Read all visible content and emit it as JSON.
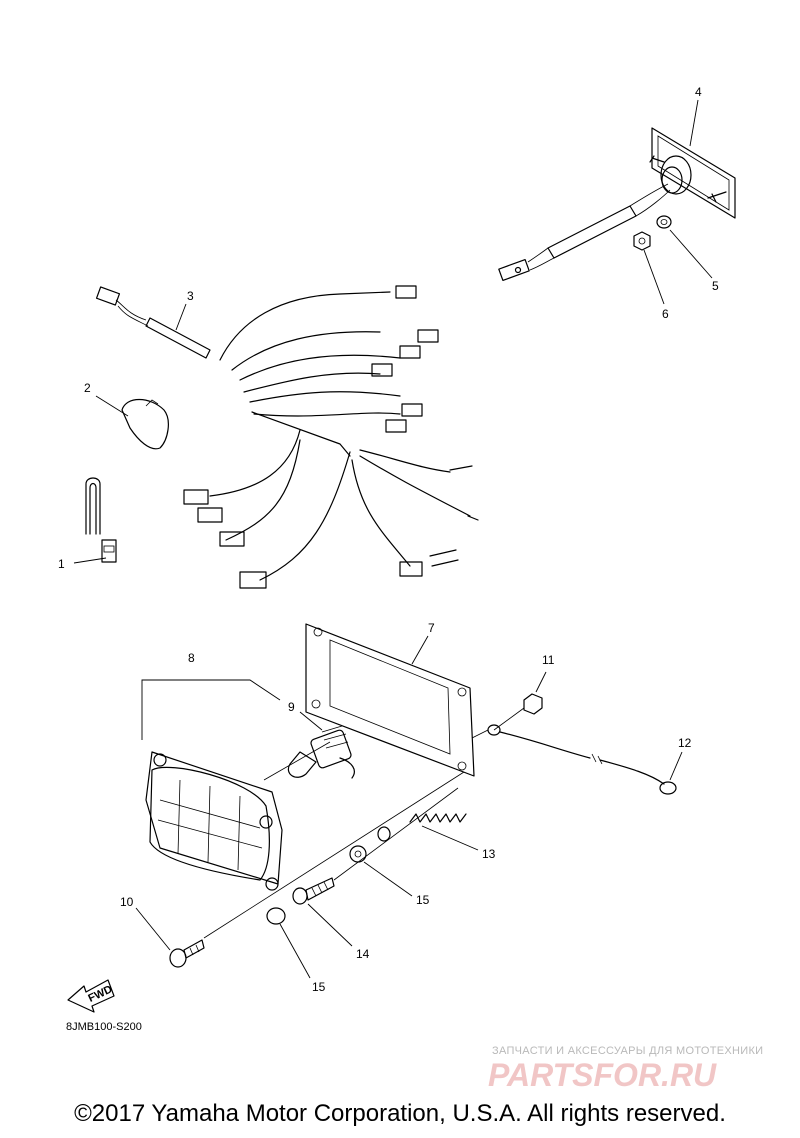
{
  "callouts": [
    "1",
    "2",
    "3",
    "4",
    "5",
    "6",
    "7",
    "8",
    "9",
    "10",
    "11",
    "12",
    "13",
    "14",
    "15",
    "15"
  ],
  "fwd_label": "FWD",
  "reference_code": "8JMB100-S200",
  "watermark": {
    "tagline": "ЗАПЧАСТИ И АКСЕССУАРЫ ДЛЯ МОТОТЕХНИКИ",
    "logo_text": "PARTSFOR.RU"
  },
  "copyright": "©2017 Yamaha Motor Corporation, U.S.A. All rights reserved."
}
